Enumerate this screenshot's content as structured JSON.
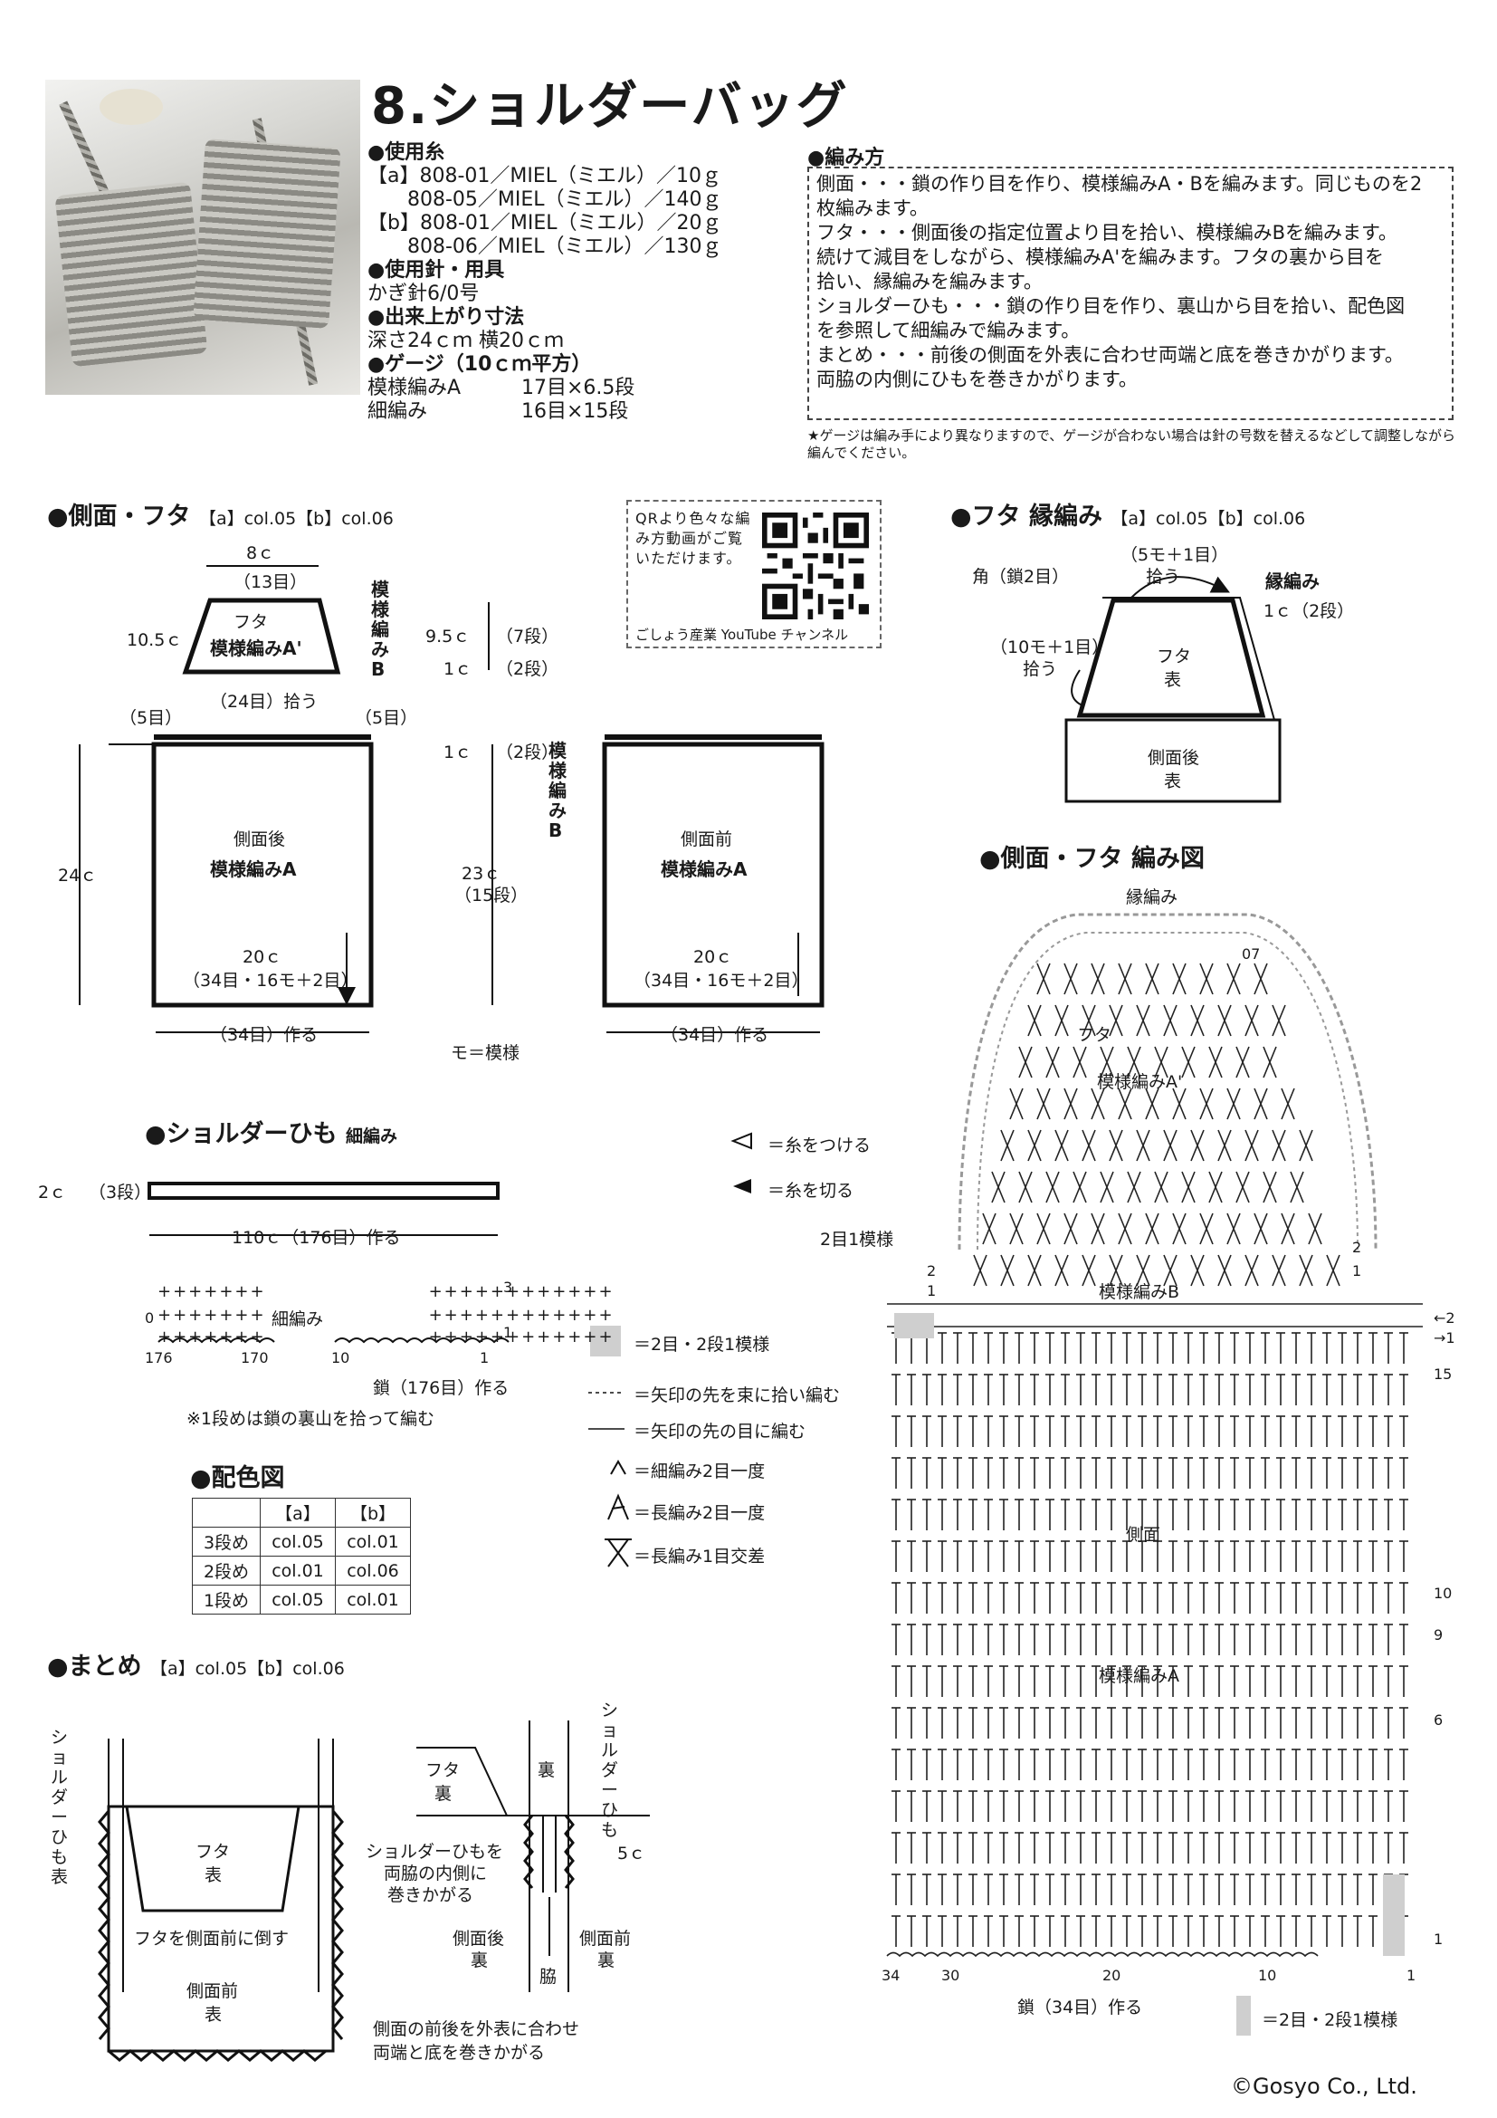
{
  "title": "8.ショルダーバッグ",
  "specs": {
    "yarn_heading": "●使用糸",
    "yarn_lines": [
      "【a】808-01／MIEL（ミエル）／10ｇ",
      "　　808-05／MIEL（ミエル）／140ｇ",
      "【b】808-01／MIEL（ミエル）／20ｇ",
      "　　808-06／MIEL（ミエル）／130ｇ"
    ],
    "tools_heading": "●使用針・用具",
    "tools": "かぎ針6/0号",
    "size_heading": "●出来上がり寸法",
    "size": "深さ24ｃｍ 横20ｃｍ",
    "gauge_heading": "●ゲージ（10ｃｍ平方）",
    "gauge_rows": [
      {
        "name": "模様編みA",
        "value": "17目×6.5段"
      },
      {
        "name": "細編み",
        "value": "16目×15段"
      }
    ]
  },
  "method": {
    "heading": "●編み方",
    "lines": [
      "側面・・・鎖の作り目を作り、模様編みA・Bを編みます。同じものを2",
      "枚編みます。",
      "フタ・・・側面後の指定位置より目を拾い、模様編みBを編みます。",
      "続けて減目をしながら、模様編みA'を編みます。フタの裏から目を",
      "拾い、縁編みを編みます。",
      "ショルダーひも・・・鎖の作り目を作り、裏山から目を拾い、配色図",
      "を参照して細編みで編みます。",
      "まとめ・・・前後の側面を外表に合わせ両端と底を巻きかがります。",
      "両脇の内側にひもを巻きかがります。"
    ],
    "note": "★ゲージは編み手により異なりますので、ゲージが合わない場合は針の号数を替えるなどして調整しながら編んでください。"
  },
  "qr": {
    "text": "QRより色々な編み方動画がご覧いただけます。",
    "caption": "ごしょう産業 YouTube チャンネル"
  },
  "sections": {
    "side_flap": "●側面・フタ",
    "side_flap_col": "【a】col.05【b】col.06",
    "flap_edge": "●フタ 縁編み",
    "flap_edge_col": "【a】col.05【b】col.06",
    "chart": "●側面・フタ 編み図",
    "strap": "●ショルダーひも",
    "strap_sub": "細編み",
    "color": "●配色図",
    "finish": "●まとめ",
    "finish_col": "【a】col.05【b】col.06"
  },
  "labels": {
    "w8": "8ｃ",
    "w13": "（13目）",
    "h105": "10.5ｃ",
    "futa": "フタ",
    "patA2": "模様編みA'",
    "patB_v": "模様編みB",
    "pick24": "（24目）拾う",
    "five_l": "（5目）",
    "five_r": "（5目）",
    "h95": "9.5ｃ",
    "r7": "（7段）",
    "h1a": "1ｃ",
    "r2a": "（2段）",
    "h1b": "1ｃ",
    "r2b": "（2段）",
    "h24": "24ｃ",
    "h23": "23ｃ",
    "r15": "（15段）",
    "back": "側面後",
    "front": "側面前",
    "patA": "模様編みA",
    "w20a": "20ｃ",
    "st34a": "（34目・16モ＋2目）",
    "make34a": "（34目）作る",
    "w20b": "20ｃ",
    "st34b": "（34目・16モ＋2目）",
    "make34b": "（34目）作る",
    "mo": "モ＝模様",
    "edge_5mo": "（5モ＋1目）",
    "edge_pick1": "拾う",
    "corner": "角（鎖2目）",
    "edge_name": "縁編み",
    "edge_1c": "1ｃ（2段）",
    "edge_10mo": "（10モ＋1目）",
    "edge_pick2": "拾う",
    "futa_omote": "フタ",
    "omote": "表",
    "side_back_omote": "側面後",
    "omote2": "表",
    "strap_2c": "2ｃ",
    "strap_3r": "（3段）",
    "strap_len": "110ｃ（176目）作る",
    "strap_sc": "細編み",
    "strap_176": "176",
    "strap_170": "170",
    "strap_10": "10",
    "strap_1": "1",
    "strap_r3": "3",
    "strap_r1": "1",
    "strap_0": "0",
    "strap_chain": "鎖（176目）作る",
    "strap_note": "※1段めは鎖の裏山を拾って編む",
    "legend_attach": "＝糸をつける",
    "legend_cut": "＝糸を切る",
    "legend_rep": "＝2目・2段1模様",
    "legend_dash": "＝矢印の先を束に拾い編む",
    "legend_arrow": "＝矢印の先の目に編む",
    "legend_sc2": "＝細編み2目一度",
    "legend_dc2": "＝長編み2目一度",
    "legend_cross": "＝長編み1目交差",
    "chart_edge": "縁編み",
    "chart_futa": "フタ",
    "chart_patA2": "模様編みA'",
    "chart_rep": "2目1模様",
    "chart_patB": "模様編みB",
    "chart_side": "側面",
    "chart_patA": "模様編みA",
    "chart_r15": "15",
    "chart_r10": "10",
    "chart_r9": "9",
    "chart_r6": "6",
    "chart_r1": "1",
    "chart_r07": "07",
    "chart_2a": "2",
    "chart_2b": "2",
    "chart_1a": "1",
    "chart_1b": "1",
    "chart_m2": "←2",
    "chart_m1": "→1",
    "chart_c34": "34",
    "chart_c30": "30",
    "chart_c20": "20",
    "chart_c10": "10",
    "chart_c1": "1",
    "chart_chain": "鎖（34目）作る",
    "chart_rep2": "＝2目・2段1模様",
    "fin_strap_v": "ショルダーひも表",
    "fin_futa": "フタ",
    "fin_omote": "表",
    "fin_fold": "フタを側面前に倒す",
    "fin_front": "側面前",
    "fin_omote2": "表",
    "fin_note1": "側面の前後を外表に合わせ",
    "fin_note2": "両端と底を巻きかがる",
    "d_futa": "フタ",
    "d_ura": "裏",
    "d_ura2": "裏",
    "d_strap_v": "ショルダーひも",
    "d_5c": "5ｃ",
    "d_wrap1": "ショルダーひもを",
    "d_wrap2": "両脇の内側に",
    "d_wrap3": "巻きかがる",
    "d_back": "側面後",
    "d_back_ura": "裏",
    "d_front": "側面前",
    "d_front_ura": "裏",
    "d_waki": "脇"
  },
  "color_table": {
    "headers": [
      "",
      "【a】",
      "【b】"
    ],
    "rows": [
      [
        "3段め",
        "col.05",
        "col.01"
      ],
      [
        "2段め",
        "col.01",
        "col.06"
      ],
      [
        "1段め",
        "col.05",
        "col.01"
      ]
    ]
  },
  "copyright": "©Gosyo Co., Ltd."
}
